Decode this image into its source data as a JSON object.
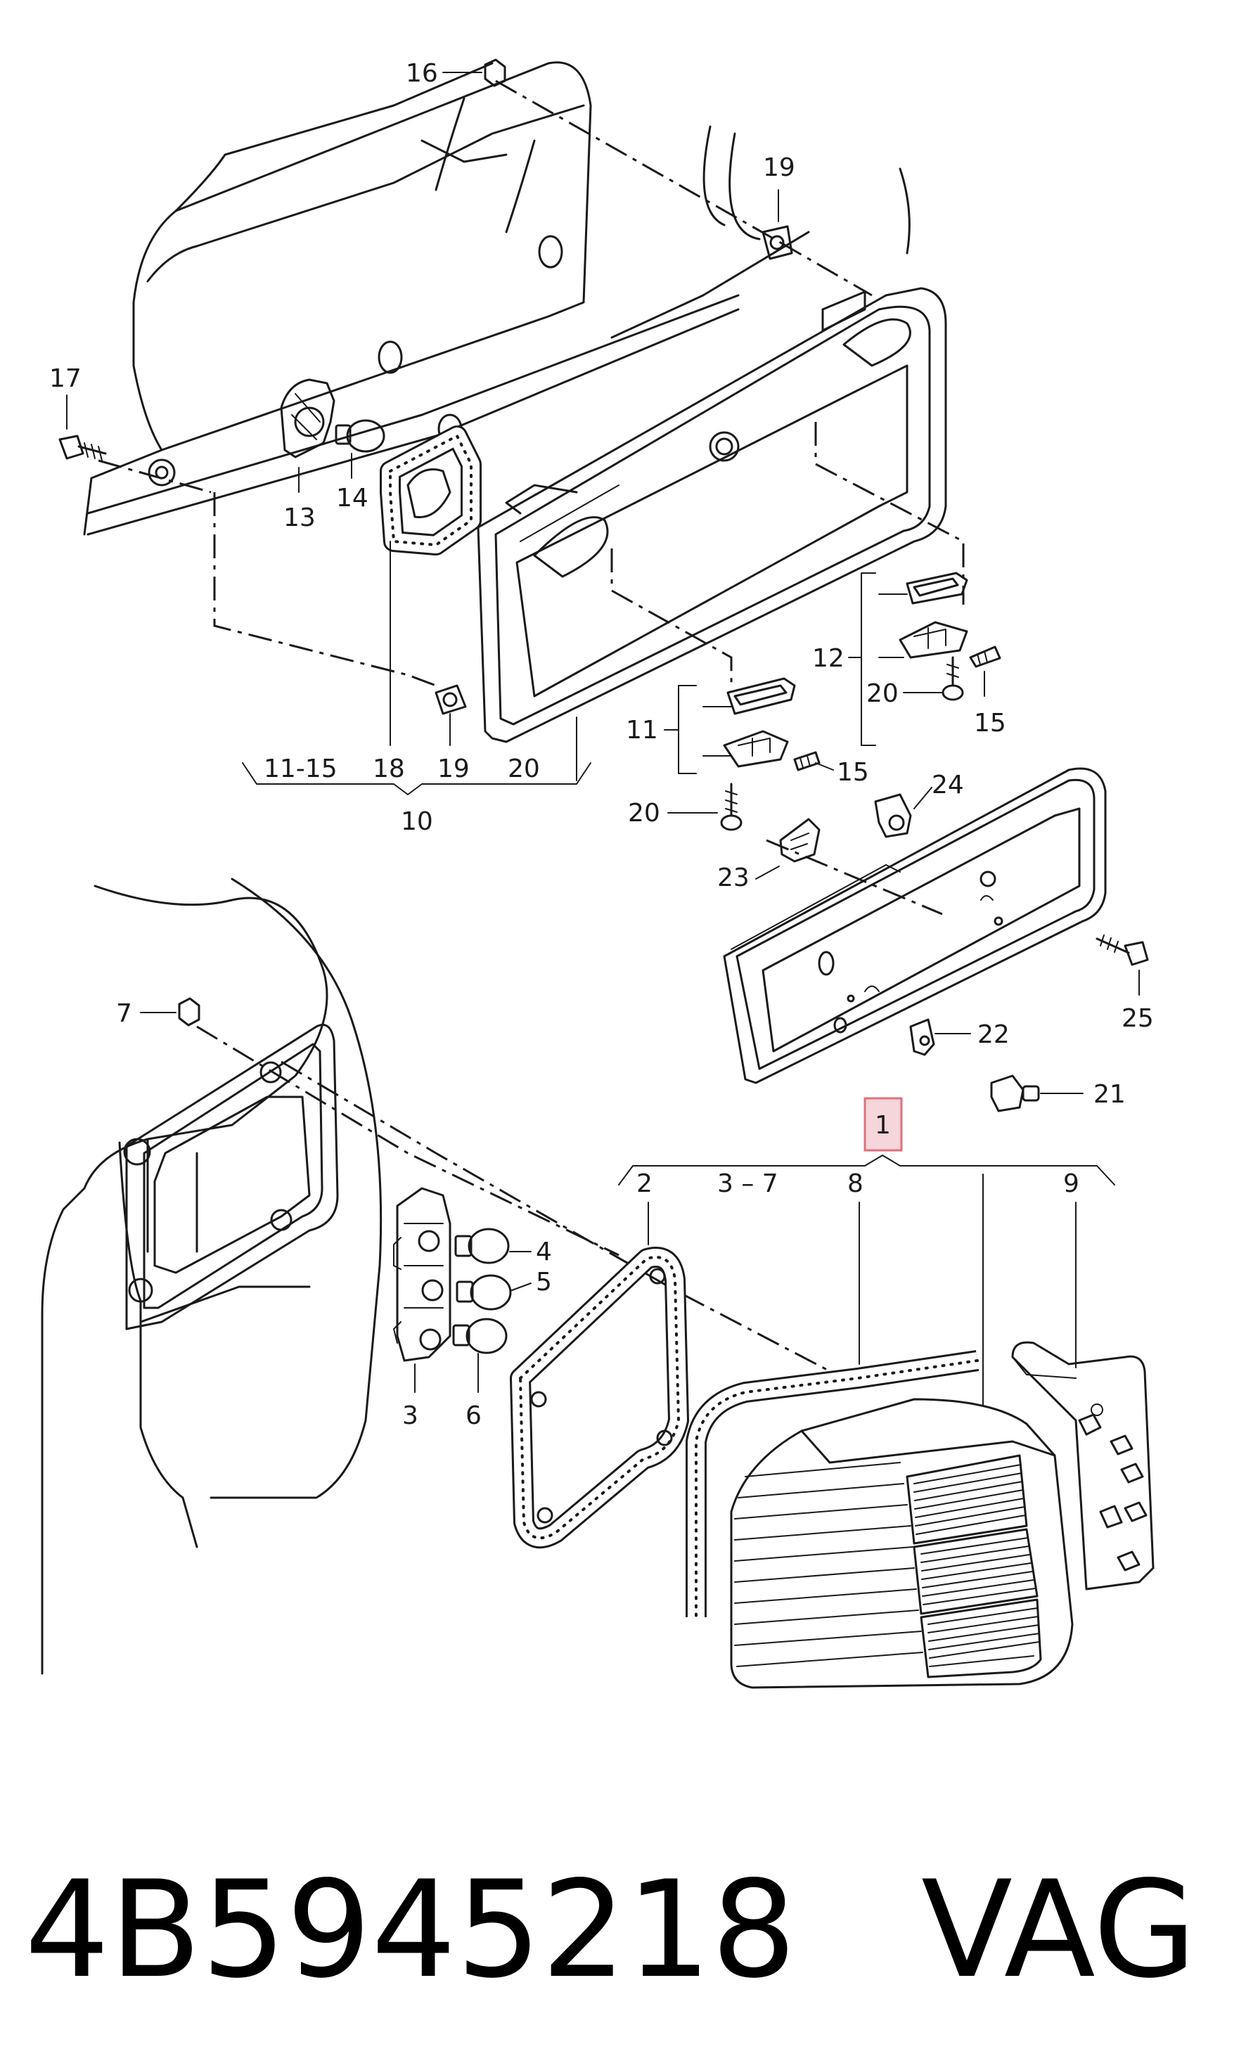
{
  "diagram": {
    "callouts": [
      {
        "id": "c16",
        "text": "16"
      },
      {
        "id": "c19a",
        "text": "19"
      },
      {
        "id": "c17",
        "text": "17"
      },
      {
        "id": "c13",
        "text": "13"
      },
      {
        "id": "c14",
        "text": "14"
      },
      {
        "id": "c18",
        "text": "18"
      },
      {
        "id": "c19b",
        "text": "19"
      },
      {
        "id": "c20a",
        "text": "20"
      },
      {
        "id": "c11_15",
        "text": "11-15"
      },
      {
        "id": "c10",
        "text": "10"
      },
      {
        "id": "c11",
        "text": "11"
      },
      {
        "id": "c15a",
        "text": "15"
      },
      {
        "id": "c20b",
        "text": "20"
      },
      {
        "id": "c12",
        "text": "12"
      },
      {
        "id": "c20c",
        "text": "20"
      },
      {
        "id": "c15b",
        "text": "15"
      },
      {
        "id": "c24",
        "text": "24"
      },
      {
        "id": "c23",
        "text": "23"
      },
      {
        "id": "c25",
        "text": "25"
      },
      {
        "id": "c22",
        "text": "22"
      },
      {
        "id": "c21",
        "text": "21"
      },
      {
        "id": "c7",
        "text": "7"
      },
      {
        "id": "c1",
        "text": "1"
      },
      {
        "id": "c2",
        "text": "2"
      },
      {
        "id": "c3_7",
        "text": "3 – 7"
      },
      {
        "id": "c8",
        "text": "8"
      },
      {
        "id": "c9",
        "text": "9"
      },
      {
        "id": "c4",
        "text": "4"
      },
      {
        "id": "c5",
        "text": "5"
      },
      {
        "id": "c3",
        "text": "3"
      },
      {
        "id": "c6",
        "text": "6"
      }
    ],
    "highlight_color": "#e0707a",
    "highlight_fill": "#f6d6da"
  },
  "footer": {
    "part_number": "4B5945218",
    "brand": "VAG"
  }
}
